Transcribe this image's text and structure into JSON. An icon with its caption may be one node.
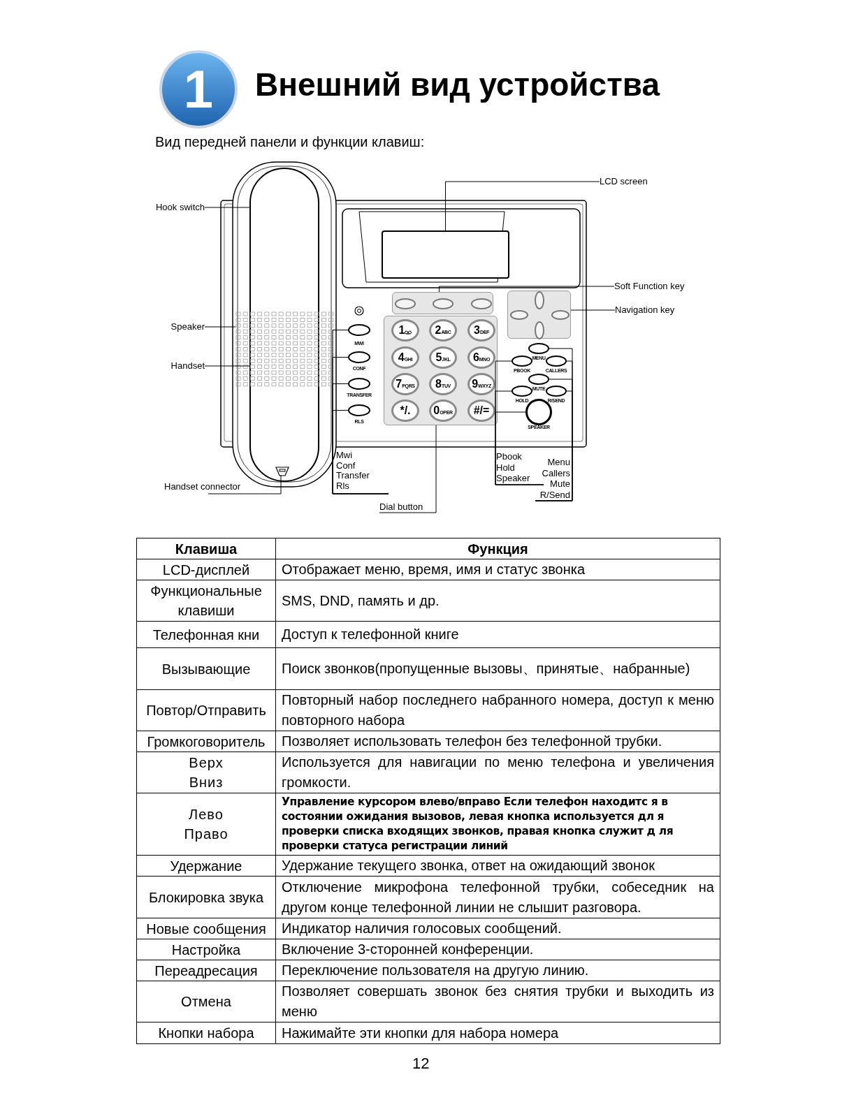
{
  "diagram": {
    "title": "Внешний вид устройства",
    "nodes": [
      {
        "text": [
          "1"
        ]
      },
      {
        "text": [
          "LCD screen"
        ]
      },
      {
        "text": [
          "Hook switch"
        ]
      },
      {
        "text": [
          "Soft Function key"
        ]
      },
      {
        "text": [
          "Navigation key"
        ]
      },
      {
        "text": [
          "Speaker"
        ]
      },
      {
        "text": [
          "Handset"
        ]
      },
      {
        "text": [
          "Mwi",
          "Conf",
          "Transfer",
          "Rls"
        ]
      },
      {
        "text": [
          "Pbook",
          "Hold",
          "Speaker"
        ]
      },
      {
        "text": [
          "Menu",
          "Callers",
          "Mute",
          "R/Send"
        ]
      },
      {
        "text": [
          "Handset connector"
        ]
      },
      {
        "text": [
          "Dial button"
        ]
      },
      {
        "text": [],
        "shape": "screen"
      },
      {
        "text": [],
        "shape": "handset"
      },
      {
        "text": [],
        "shape": "panel"
      },
      {
        "text": [],
        "shape": "panel"
      },
      {
        "text": [],
        "shape": "grille"
      },
      {
        "text": [],
        "shape": "panel"
      },
      {
        "text": [],
        "shape": "ellipse"
      },
      {
        "text": [],
        "shape": "ellipse"
      },
      {
        "text": [],
        "shape": "ellipse"
      },
      {
        "text": [],
        "shape": "ellipse"
      },
      {
        "text": [],
        "shape": "ellipse"
      },
      {
        "text": [],
        "shape": "ellipse"
      },
      {
        "text": [],
        "shape": "ellipse"
      },
      {
        "text": [],
        "shape": "ellipse"
      },
      {
        "text": [],
        "shape": "ellipse"
      },
      {
        "text": [],
        "shape": "ellipse"
      },
      {
        "text": [],
        "shape": "circle"
      },
      {
        "text": [],
        "shape": "box",
        "in": 13
      }
    ],
    "edges": [
      {
        "from": 1,
        "to": 12,
        "arrow": "none"
      },
      {
        "from": 2,
        "to": 13,
        "arrow": "none"
      },
      {
        "from": 3,
        "to": 14,
        "arrow": "none"
      },
      {
        "from": 4,
        "to": 15,
        "arrow": "none"
      },
      {
        "from": 5,
        "to": 16,
        "arrow": "none"
      },
      {
        "from": 6,
        "to": 13,
        "arrow": "none"
      },
      {
        "from": 7,
        "to": 18,
        "arrow": "none"
      },
      {
        "from": 7,
        "to": 19,
        "arrow": "none"
      },
      {
        "from": 7,
        "to": 20,
        "arrow": "none"
      },
      {
        "from": 7,
        "to": 21,
        "arrow": "none"
      },
      {
        "from": 8,
        "to": 23,
        "arrow": "none"
      },
      {
        "from": 8,
        "to": 26,
        "arrow": "none"
      },
      {
        "from": 8,
        "to": 28,
        "arrow": "none"
      },
      {
        "from": 9,
        "to": 22,
        "arrow": "none"
      },
      {
        "from": 9,
        "to": 24,
        "arrow": "none"
      },
      {
        "from": 9,
        "to": 25,
        "arrow": "none"
      },
      {
        "from": 9,
        "to": 27,
        "arrow": "none"
      },
      {
        "from": 10,
        "to": 29,
        "arrow": "none"
      },
      {
        "from": 11,
        "to": 17,
        "arrow": "none"
      }
    ],
    "labels": [
      "Вид передней панели и функции клавиш:",
      "MWI",
      "CONF",
      "TRANSFER",
      "RLS",
      "MENU",
      "PBOOK",
      "CALLERS",
      "MUTE",
      "HOLD",
      "R/SEND",
      "SPEAKER",
      "1",
      "2",
      "ABC",
      "3",
      "DEF",
      "4",
      "GHI",
      "5",
      "JKL",
      "6",
      "MNO",
      "7",
      "PQRS",
      "8",
      "TUV",
      "9",
      "WXYZ",
      "*/.",
      "0",
      "OPER",
      "#/=",
      "Клавиша",
      "Функция",
      "LCD-дисплей",
      "Отображает меню, время, имя и статус звонка",
      "Функциональные клавиши",
      "SMS, DND, память и др.",
      "Телефонная кни",
      "Доступ к телефонной книге",
      "Вызывающие",
      "Поиск звонков(пропущенные вызовы、принятые、набранные)",
      "Повтор/Отправить",
      "Повторный набор последнего набранного номера, доступ к меню повторного набора",
      "Громкоговоритель",
      "Позволяет использовать телефон без телефонной трубки.",
      "Верх",
      "Вниз",
      "Используется для навигации по меню телефона и увеличения громкости.",
      "Лево",
      "Право",
      "Управление курсором влево/вправо Если телефон находитс я в состоянии ожидания вызовов, левая кнопка используется дл я проверки списка входящих звонков, правая кнопка служит д ля проверки статуса регистрации линий",
      "Удержание",
      "Удержание текущего звонка, ответ на ожидающий звонок",
      "Блокировка звука",
      "Отключение микрофона телефонной трубки, собеседник на другом конце телефонной линии не слышит разговора.",
      "Новые сообщения",
      "Индикатор наличия голосовых сообщений.",
      "Настройка",
      "Включение 3-сторонней конференции.",
      "Переадресация",
      "Переключение пользователя на другую линию.",
      "Отмена",
      "Позволяет совершать звонок без снятия трубки и выходить из меню",
      "Кнопки набора",
      "Нажимайте эти кнопки для набора номера",
      "12"
    ]
  }
}
